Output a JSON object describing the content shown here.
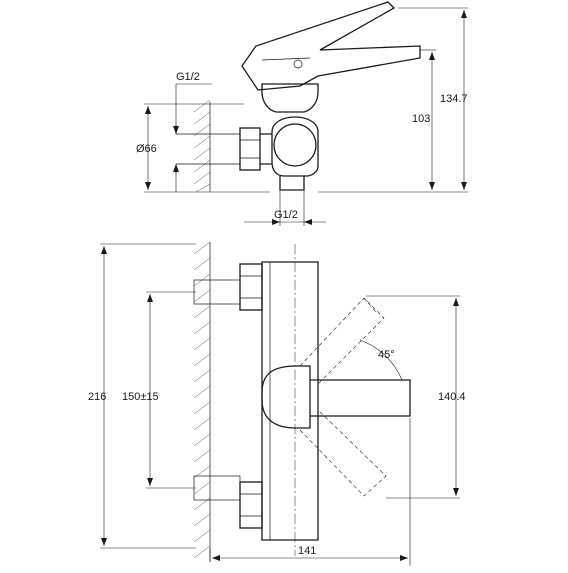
{
  "labels": {
    "thread_top": "G1/2",
    "thread_bottom": "G1/2",
    "diameter": "Ø66",
    "height_body": "103",
    "height_total": "134.7",
    "height_side": "216",
    "spacing": "150±15",
    "lever_height": "140.4",
    "angle": "45°",
    "depth": "141"
  }
}
